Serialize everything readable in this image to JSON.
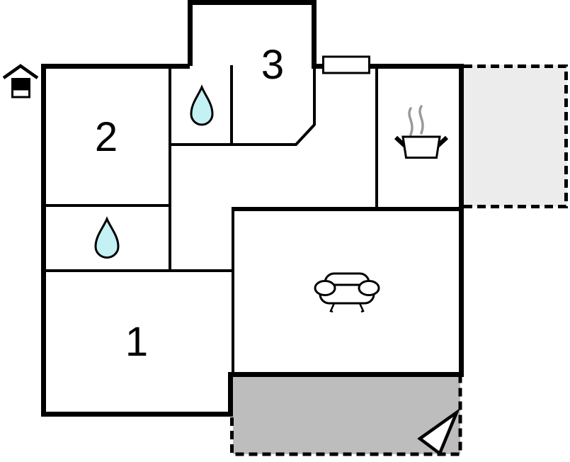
{
  "floorplan": {
    "rooms": {
      "room1": {
        "label": "1"
      },
      "room2": {
        "label": "2"
      },
      "room3": {
        "label": "3"
      }
    },
    "icons": {
      "orientation": "house-orientation-icon",
      "bath_top": "water-drop-icon",
      "bath_left": "water-drop-icon",
      "kitchen": "cooking-pot-icon",
      "living": "sofa-icon",
      "terrace": "direction-arrow-icon",
      "window": "window-marker"
    }
  },
  "colors": {
    "wall": "#000000",
    "room-fill": "#ffffff",
    "drop-fill": "#c4f1f3",
    "terrace-light": "#ececec",
    "terrace-dark": "#bdbdbd",
    "steam": "#9a9a9a",
    "label": "#000000"
  }
}
